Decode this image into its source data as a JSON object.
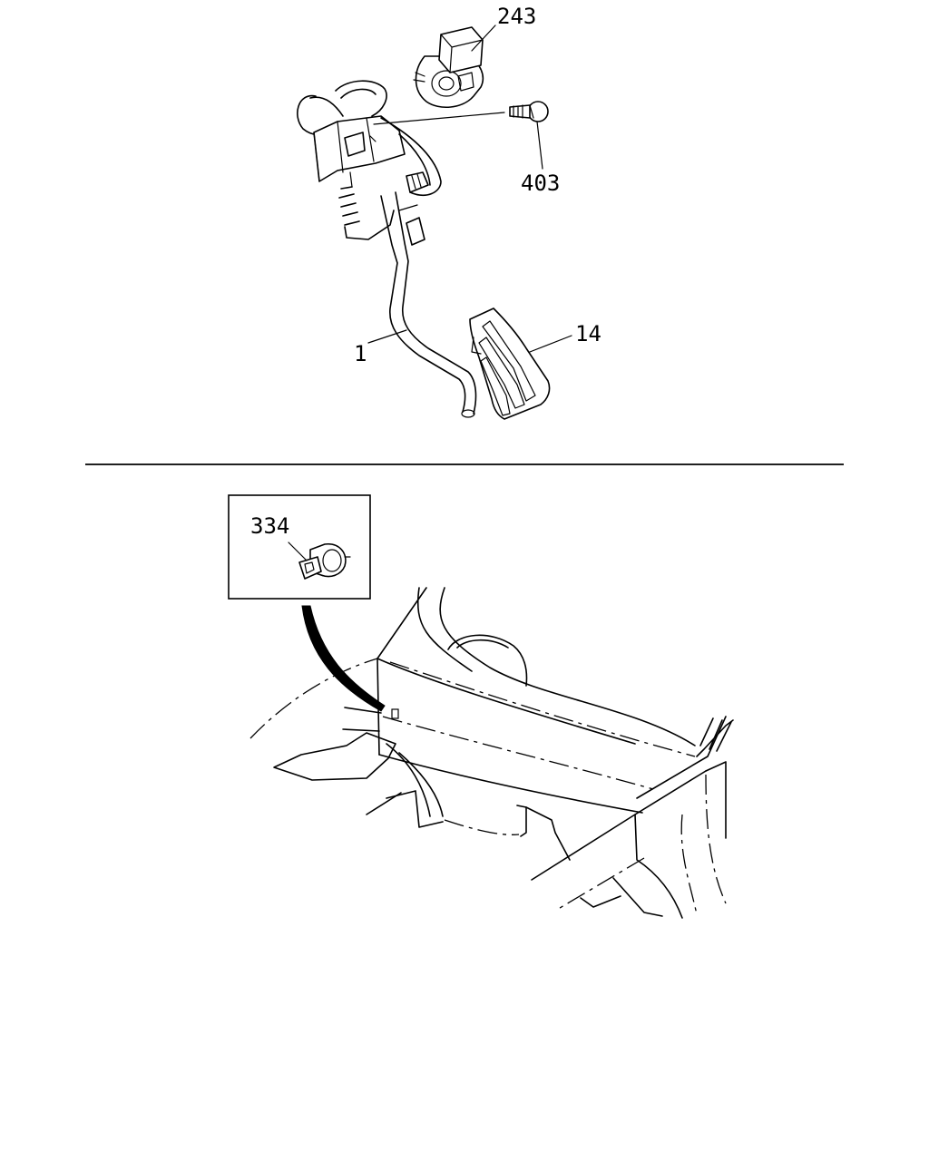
{
  "callouts": {
    "sensor": "243",
    "bolt": "403",
    "pedal_arm": "1",
    "pedal_pad": "14",
    "switch": "334"
  }
}
